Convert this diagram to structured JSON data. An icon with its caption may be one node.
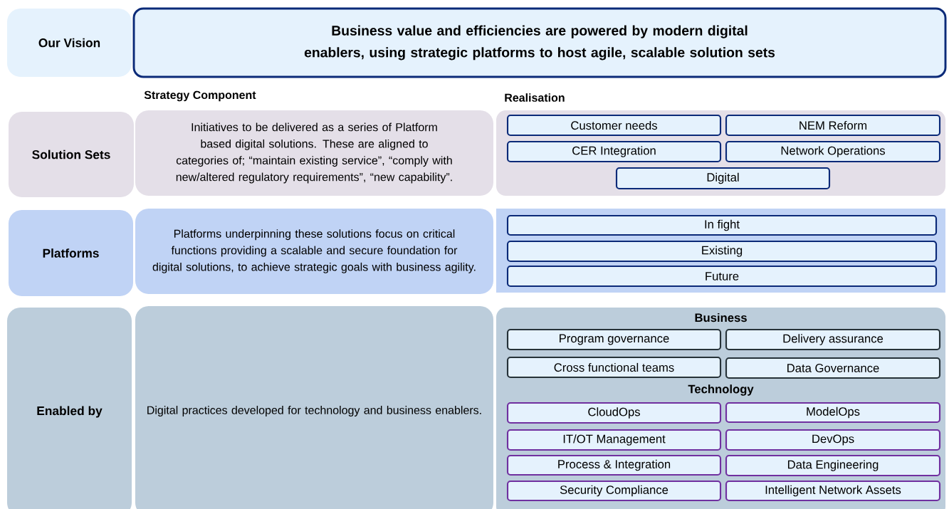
{
  "diagram": {
    "nodes": [
      {
        "text": [
          "Our Vision"
        ]
      },
      {
        "text": [
          "Business value and efficiencies are powered by modern digital enablers, using strategic platforms to host agile, scalable solution sets"
        ]
      },
      {
        "text": [
          "Solution Sets"
        ]
      },
      {
        "text": [
          "Initiatives to be delivered as a series of Platform based digital solutions. These are aligned to categories of; “maintain existing service”, “comply with new/altered regulatory requirements”, “new capability”."
        ]
      },
      {
        "text": [],
        "shape": "box"
      },
      {
        "text": [
          "Customer needs"
        ],
        "in": 4
      },
      {
        "text": [
          "NEM Reform"
        ],
        "in": 4
      },
      {
        "text": [
          "CER Integration"
        ],
        "in": 4
      },
      {
        "text": [
          "Network Operations"
        ],
        "in": 4
      },
      {
        "text": [
          "Digital"
        ],
        "in": 4
      },
      {
        "text": [
          "Platforms"
        ]
      },
      {
        "text": [
          "Platforms underpinning these solutions focus on critical functions providing a scalable and secure foundation for digital solutions, to achieve strategic goals with business agility."
        ]
      },
      {
        "text": [],
        "shape": "box"
      },
      {
        "text": [
          "In fight"
        ],
        "in": 12
      },
      {
        "text": [
          "Existing"
        ],
        "in": 12
      },
      {
        "text": [
          "Future"
        ],
        "in": 12
      },
      {
        "text": [
          "Enabled by"
        ]
      },
      {
        "text": [
          "Digital practices developed for technology and business enablers."
        ]
      },
      {
        "text": [
          "Business",
          "Technology"
        ]
      },
      {
        "text": [
          "Program governance"
        ],
        "in": 18
      },
      {
        "text": [
          "Delivery assurance"
        ],
        "in": 18
      },
      {
        "text": [
          "Cross functional teams"
        ],
        "in": 18
      },
      {
        "text": [
          "Data Governance"
        ],
        "in": 18
      },
      {
        "text": [
          "CloudOps"
        ],
        "in": 18
      },
      {
        "text": [
          "ModelOps"
        ],
        "in": 18
      },
      {
        "text": [
          "IT/OT Management"
        ],
        "in": 18
      },
      {
        "text": [
          "DevOps"
        ],
        "in": 18
      },
      {
        "text": [
          "Process & Integration"
        ],
        "in": 18
      },
      {
        "text": [
          "Data Engineering"
        ],
        "in": 18
      },
      {
        "text": [
          "Security Compliance"
        ],
        "in": 18
      },
      {
        "text": [
          "Intelligent Network Assets"
        ],
        "in": 18
      }
    ],
    "labels": [
      "Strategy Component",
      "Realisation"
    ]
  }
}
